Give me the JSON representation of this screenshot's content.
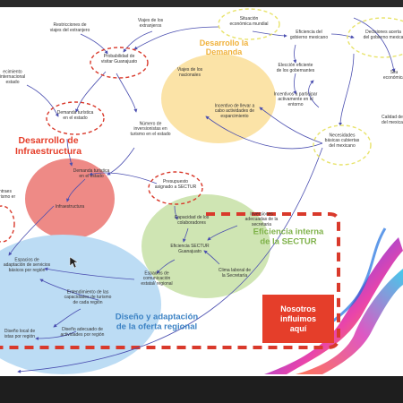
{
  "nodes": {
    "situacion": "Situación\neconómica mundial",
    "viajes": "Viajes de los\nextranjeros",
    "restricciones": "Restricciones de\nviajes del extranjero",
    "probabilidad": "Probabilidad de\nvisitar Guanajuato",
    "crecimiento": "ecimiento\ninternacional\nestado",
    "eficiencia_gob": "Eficiencia del\ngobierno mexicano",
    "decisiones": "Decisiones acerta\ndel gobierno mexica",
    "eleccion": "Elección eficiente\nde los gobernantes",
    "situacion_econ": "Situ\neconómica",
    "incentivos_participar": "Incentivos a participar\nactivamente en el\nentorno",
    "calidad": "Calidad de\ndel mexica",
    "viajes_nacionales": "Viajes de los\nnacionales",
    "incentivo_llevar": "Incentivo de llevar a\ncabo actividades de\nesparcimiento",
    "necesidades": "Necesidades\nbásicas cubiertas\ndel mexicano",
    "demanda_turistica": "Demanda turística\nen el estado",
    "numero_inversionistas": "Número de\ninversionistas en\nturismo en el estado",
    "demanda_turistica2": "Demanda turística\nen el estado",
    "presupuesto": "Presupuesto\nasignado a SECTUR",
    "infraestructura": "Infraestructura",
    "infraestructura_left": "ntraes\nturismo er",
    "capacidad": "Capacidad de los\ncolaboradores",
    "inversiones": "Inversiones\nadecuadas de la\nsecretaria",
    "eficiencia_sectur_node": "Eficiencia SECTUR\nGuanajuato",
    "clima": "Clima laboral de\nla Secretaría",
    "espacios_comunicacion": "Espacios de\ncomunicación\nestatal/ regional",
    "espacios_adaptacion": "Espacios de\nadaptación de servicios\nbásicos por región",
    "entendimiento": "Entendimiento de las\ncapacidades de turismo\nde cada región",
    "diseno_local": "Diseño local de\nistas por región",
    "diseno_adecuado": "Diseño adecuado de\nactividades por región"
  },
  "blobs": {
    "demanda": "Desarrollo la\nDemanda",
    "infraestructura": "Desarrollo de\nInfraestructura",
    "eficiencia": "Eficiencia interna\nde la SECTUR",
    "diseno": "Diseño y adaptación\nde la oferta regional"
  },
  "callout": "Nosotros\ninfluimos\naquí",
  "colors": {
    "demanda": "#fbe3a7",
    "infraestructura": "#ee8a86",
    "eficiencia": "#cfe5b3",
    "diseno": "#bcdcf4",
    "callout": "#e53e2a",
    "dashed_red": "#d9392b",
    "dashed_yellow": "#e8e36a",
    "arrow": "#4b4fb0"
  }
}
